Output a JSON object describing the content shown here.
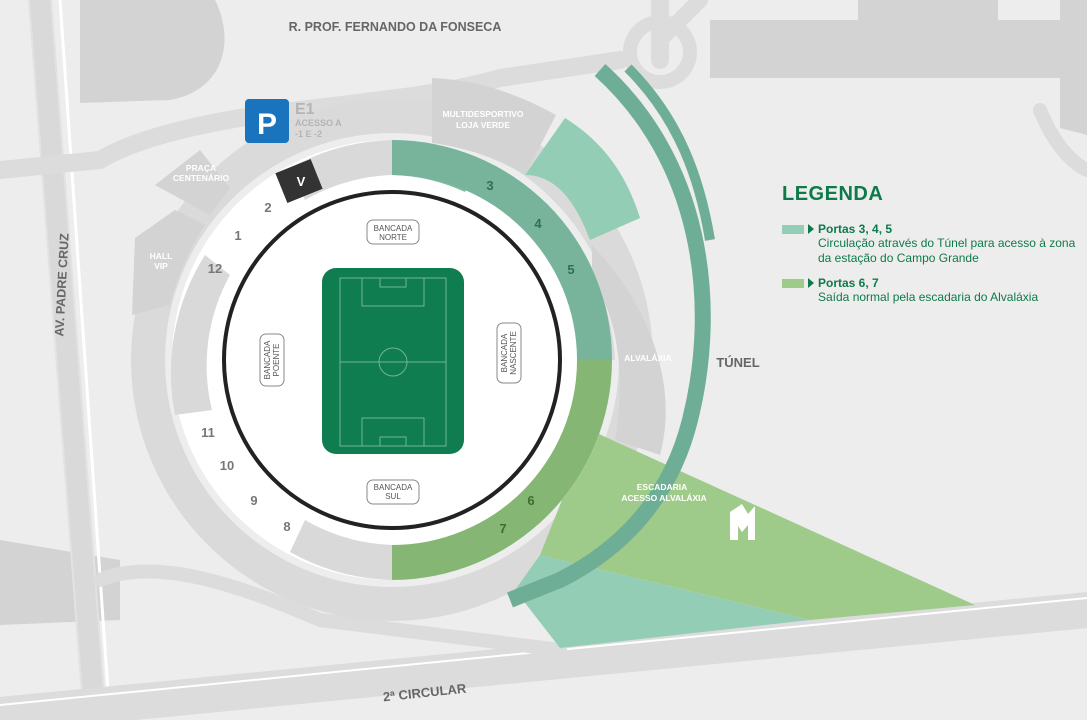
{
  "colors": {
    "background": "#ededed",
    "road": "#dcdcdc",
    "block": "#d3d3d3",
    "tunnel_zone": "#94cdb6",
    "tunnel_zone_dark": "#77b49b",
    "exit_zone": "#9fcb8a",
    "exit_zone_dark": "#86b673",
    "tunnel_path": "#6fae96",
    "pitch": "#0f7d4f",
    "parking": "#1a73bd",
    "legend_text": "#0e7a4a"
  },
  "roads": {
    "north": "R. PROF. FERNANDO DA FONSECA",
    "west": "AV. PADRE CRUZ",
    "south": "2ª CIRCULAR"
  },
  "parking": {
    "symbol": "P",
    "code": "E1",
    "line1": "ACESSO A",
    "line2": "-1 E -2"
  },
  "places": {
    "praca_line1": "PRAÇA",
    "praca_line2": "CENTENÁRIO",
    "hall_line1": "HALL",
    "hall_line2": "VIP",
    "multi_line1": "MULTIDESPORTIVO",
    "multi_line2": "LOJA VERDE",
    "alvalaxia": "ALVALÁXIA",
    "tunel": "TÚNEL",
    "escadaria_line1": "ESCADARIA",
    "escadaria_line2": "ACESSO ALVALÁXIA"
  },
  "stands": {
    "norte_line1": "BANCADA",
    "norte_line2": "NORTE",
    "sul_line1": "BANCADA",
    "sul_line2": "SUL",
    "poente_line1": "BANCADA",
    "poente_line2": "POENTE",
    "nascente_line1": "BANCADA",
    "nascente_line2": "NASCENTE"
  },
  "gates": {
    "v": "V",
    "g1": "1",
    "g2": "2",
    "g3": "3",
    "g4": "4",
    "g5": "5",
    "g6": "6",
    "g7": "7",
    "g8": "8",
    "g9": "9",
    "g10": "10",
    "g11": "11",
    "g12": "12"
  },
  "legend": {
    "title": "LEGENDA",
    "items": [
      {
        "heading": "Portas 3, 4, 5",
        "description": "Circulação através do Túnel para acesso à zona da estação do Campo Grande",
        "color": "#94cdb6"
      },
      {
        "heading": "Portas 6, 7",
        "description": "Saída normal pela escadaria do Alvaláxia",
        "color": "#9fcb8a"
      }
    ]
  }
}
